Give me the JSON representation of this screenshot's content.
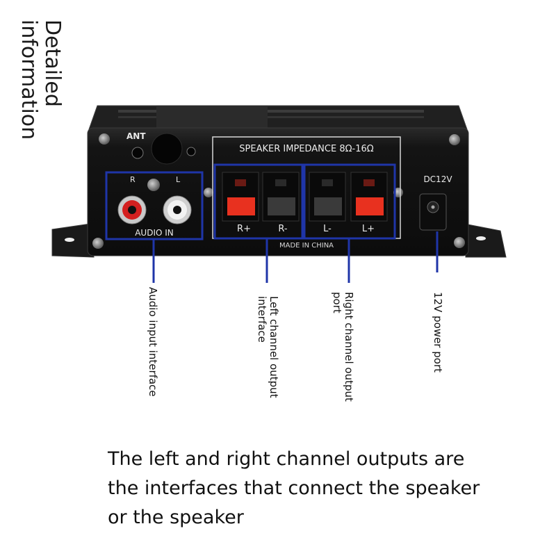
{
  "heading_lines": [
    "Detailed",
    "information"
  ],
  "device": {
    "ant_label": "ANT",
    "impedance_label": "SPEAKER IMPEDANCE 8Ω-16Ω",
    "rca_r": "R",
    "rca_l": "L",
    "audio_in_label": "AUDIO IN",
    "terminals": [
      "R+",
      "R-",
      "L-",
      "L+"
    ],
    "made_in": "MADE IN CHINA",
    "dc_label": "DC12V"
  },
  "callouts": {
    "audio_input": [
      "Audio input interface"
    ],
    "left_output": [
      "Left channel output",
      "interface"
    ],
    "right_output": [
      "Right channel output",
      "port"
    ],
    "power": [
      "12V power port"
    ]
  },
  "caption_lines": [
    "The left and right channel outputs are",
    "the interfaces that connect the speaker",
    "or the speaker"
  ],
  "colors": {
    "highlight_blue": "#1f35a8",
    "terminal_red": "#e8311f",
    "chassis": "#151515"
  }
}
